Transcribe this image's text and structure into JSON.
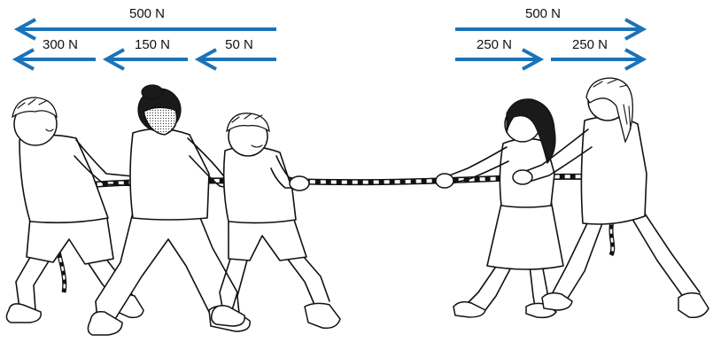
{
  "forces": {
    "left_total": "500 N",
    "left_a": "300 N",
    "left_b": "150 N",
    "left_c": "50 N",
    "right_total": "500 N",
    "right_a": "250 N",
    "right_b": "250 N"
  },
  "colors": {
    "arrow": "#1a73b8",
    "ink": "#111111"
  }
}
